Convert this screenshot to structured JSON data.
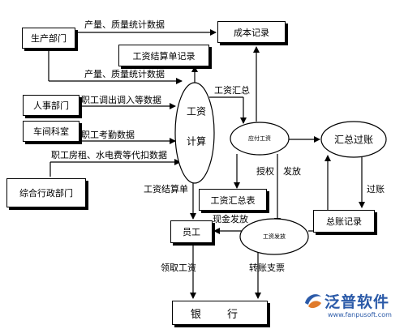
{
  "boxes": {
    "production_dept": "生产部门",
    "cost_record": "成本记录",
    "payroll_statement": "工资结算单记录",
    "hr_dept": "人事部门",
    "workshop_office": "车间科室",
    "admin_dept": "综合行政部门",
    "payroll_summary_table": "工资汇总表",
    "employee": "员工",
    "ledger_record": "总账记录",
    "bank": "银 行"
  },
  "ellipses": {
    "wage_calc_line1": "工资",
    "wage_calc_line2": "计算",
    "payable_wages": "应付工资",
    "summary_posting": "汇总过账",
    "wage_payment": "工资发放"
  },
  "labels": {
    "prod_stats_top": "产量、质量统计数据",
    "prod_stats_mid": "产量、质量统计数据",
    "staff_transfer": "职工调出调入等数据",
    "attendance": "职工考勤数据",
    "deductions": "职工房租、水电费等代扣数据",
    "wage_summary": "工资汇总",
    "wage_statement": "工资结算单",
    "authorize": "授权",
    "issue": "发放",
    "posting": "过账",
    "cash_payment": "现金发放",
    "collect_wages": "领取工资",
    "transfer_cheque": "转账支票"
  },
  "logo": {
    "name": "泛普软件",
    "url": "www.fanpusoft.com",
    "color": "#2b5aa8"
  }
}
